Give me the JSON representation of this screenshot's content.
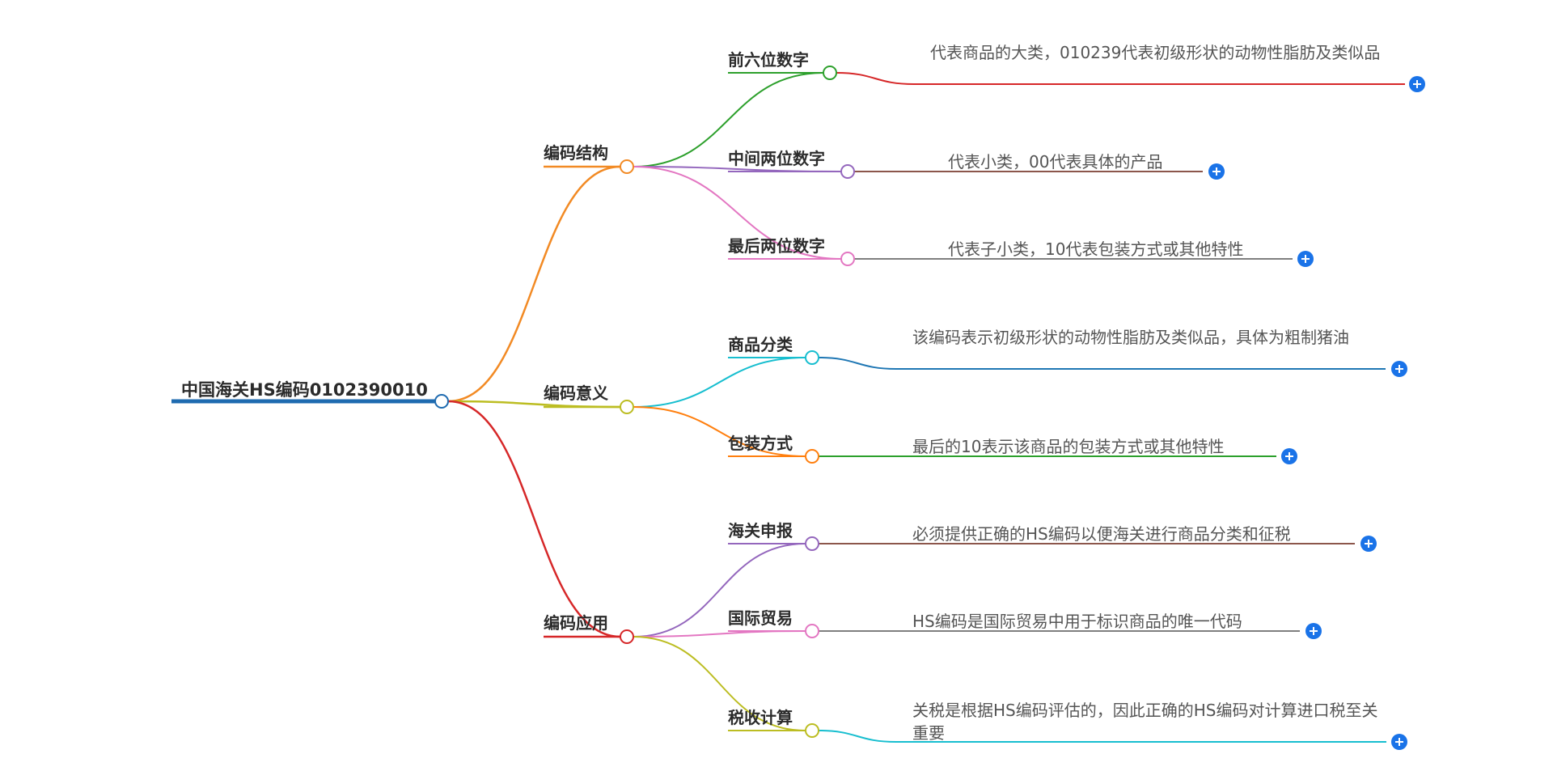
{
  "root": {
    "label": "中国海关HS编码0102390010",
    "color": "#1f6bb0"
  },
  "branches": [
    {
      "label": "编码结构",
      "color": "#f28a24",
      "children": [
        {
          "label": "前六位数字",
          "color": "#2da02c",
          "leaf": "代表商品的大类，010239代表初级形状的动物性脂肪及类似品",
          "leaf_color": "#d62728"
        },
        {
          "label": "中间两位数字",
          "color": "#9467bd",
          "leaf": "代表小类，00代表具体的产品",
          "leaf_color": "#8c564b"
        },
        {
          "label": "最后两位数字",
          "color": "#e377c2",
          "leaf": "代表子小类，10代表包装方式或其他特性",
          "leaf_color": "#7f7f7f"
        }
      ]
    },
    {
      "label": "编码意义",
      "color": "#bcbd22",
      "children": [
        {
          "label": "商品分类",
          "color": "#17becf",
          "leaf": "该编码表示初级形状的动物性脂肪及类似品，具体为粗制猪油",
          "leaf_color": "#1f77b4"
        },
        {
          "label": "包装方式",
          "color": "#ff7f0e",
          "leaf": "最后的10表示该商品的包装方式或其他特性",
          "leaf_color": "#2ca02c"
        }
      ]
    },
    {
      "label": "编码应用",
      "color": "#d62728",
      "children": [
        {
          "label": "海关申报",
          "color": "#9467bd",
          "leaf": "必须提供正确的HS编码以便海关进行商品分类和征税",
          "leaf_color": "#8c564b"
        },
        {
          "label": "国际贸易",
          "color": "#e377c2",
          "leaf": "HS编码是国际贸易中用于标识商品的唯一代码",
          "leaf_color": "#7f7f7f"
        },
        {
          "label": "税收计算",
          "color": "#bcbd22",
          "leaf": "关税是根据HS编码评估的，因此正确的HS编码对计算进口税至关重要",
          "leaf_color": "#17becf"
        }
      ]
    }
  ],
  "expand_button_color": "#1a73e8"
}
